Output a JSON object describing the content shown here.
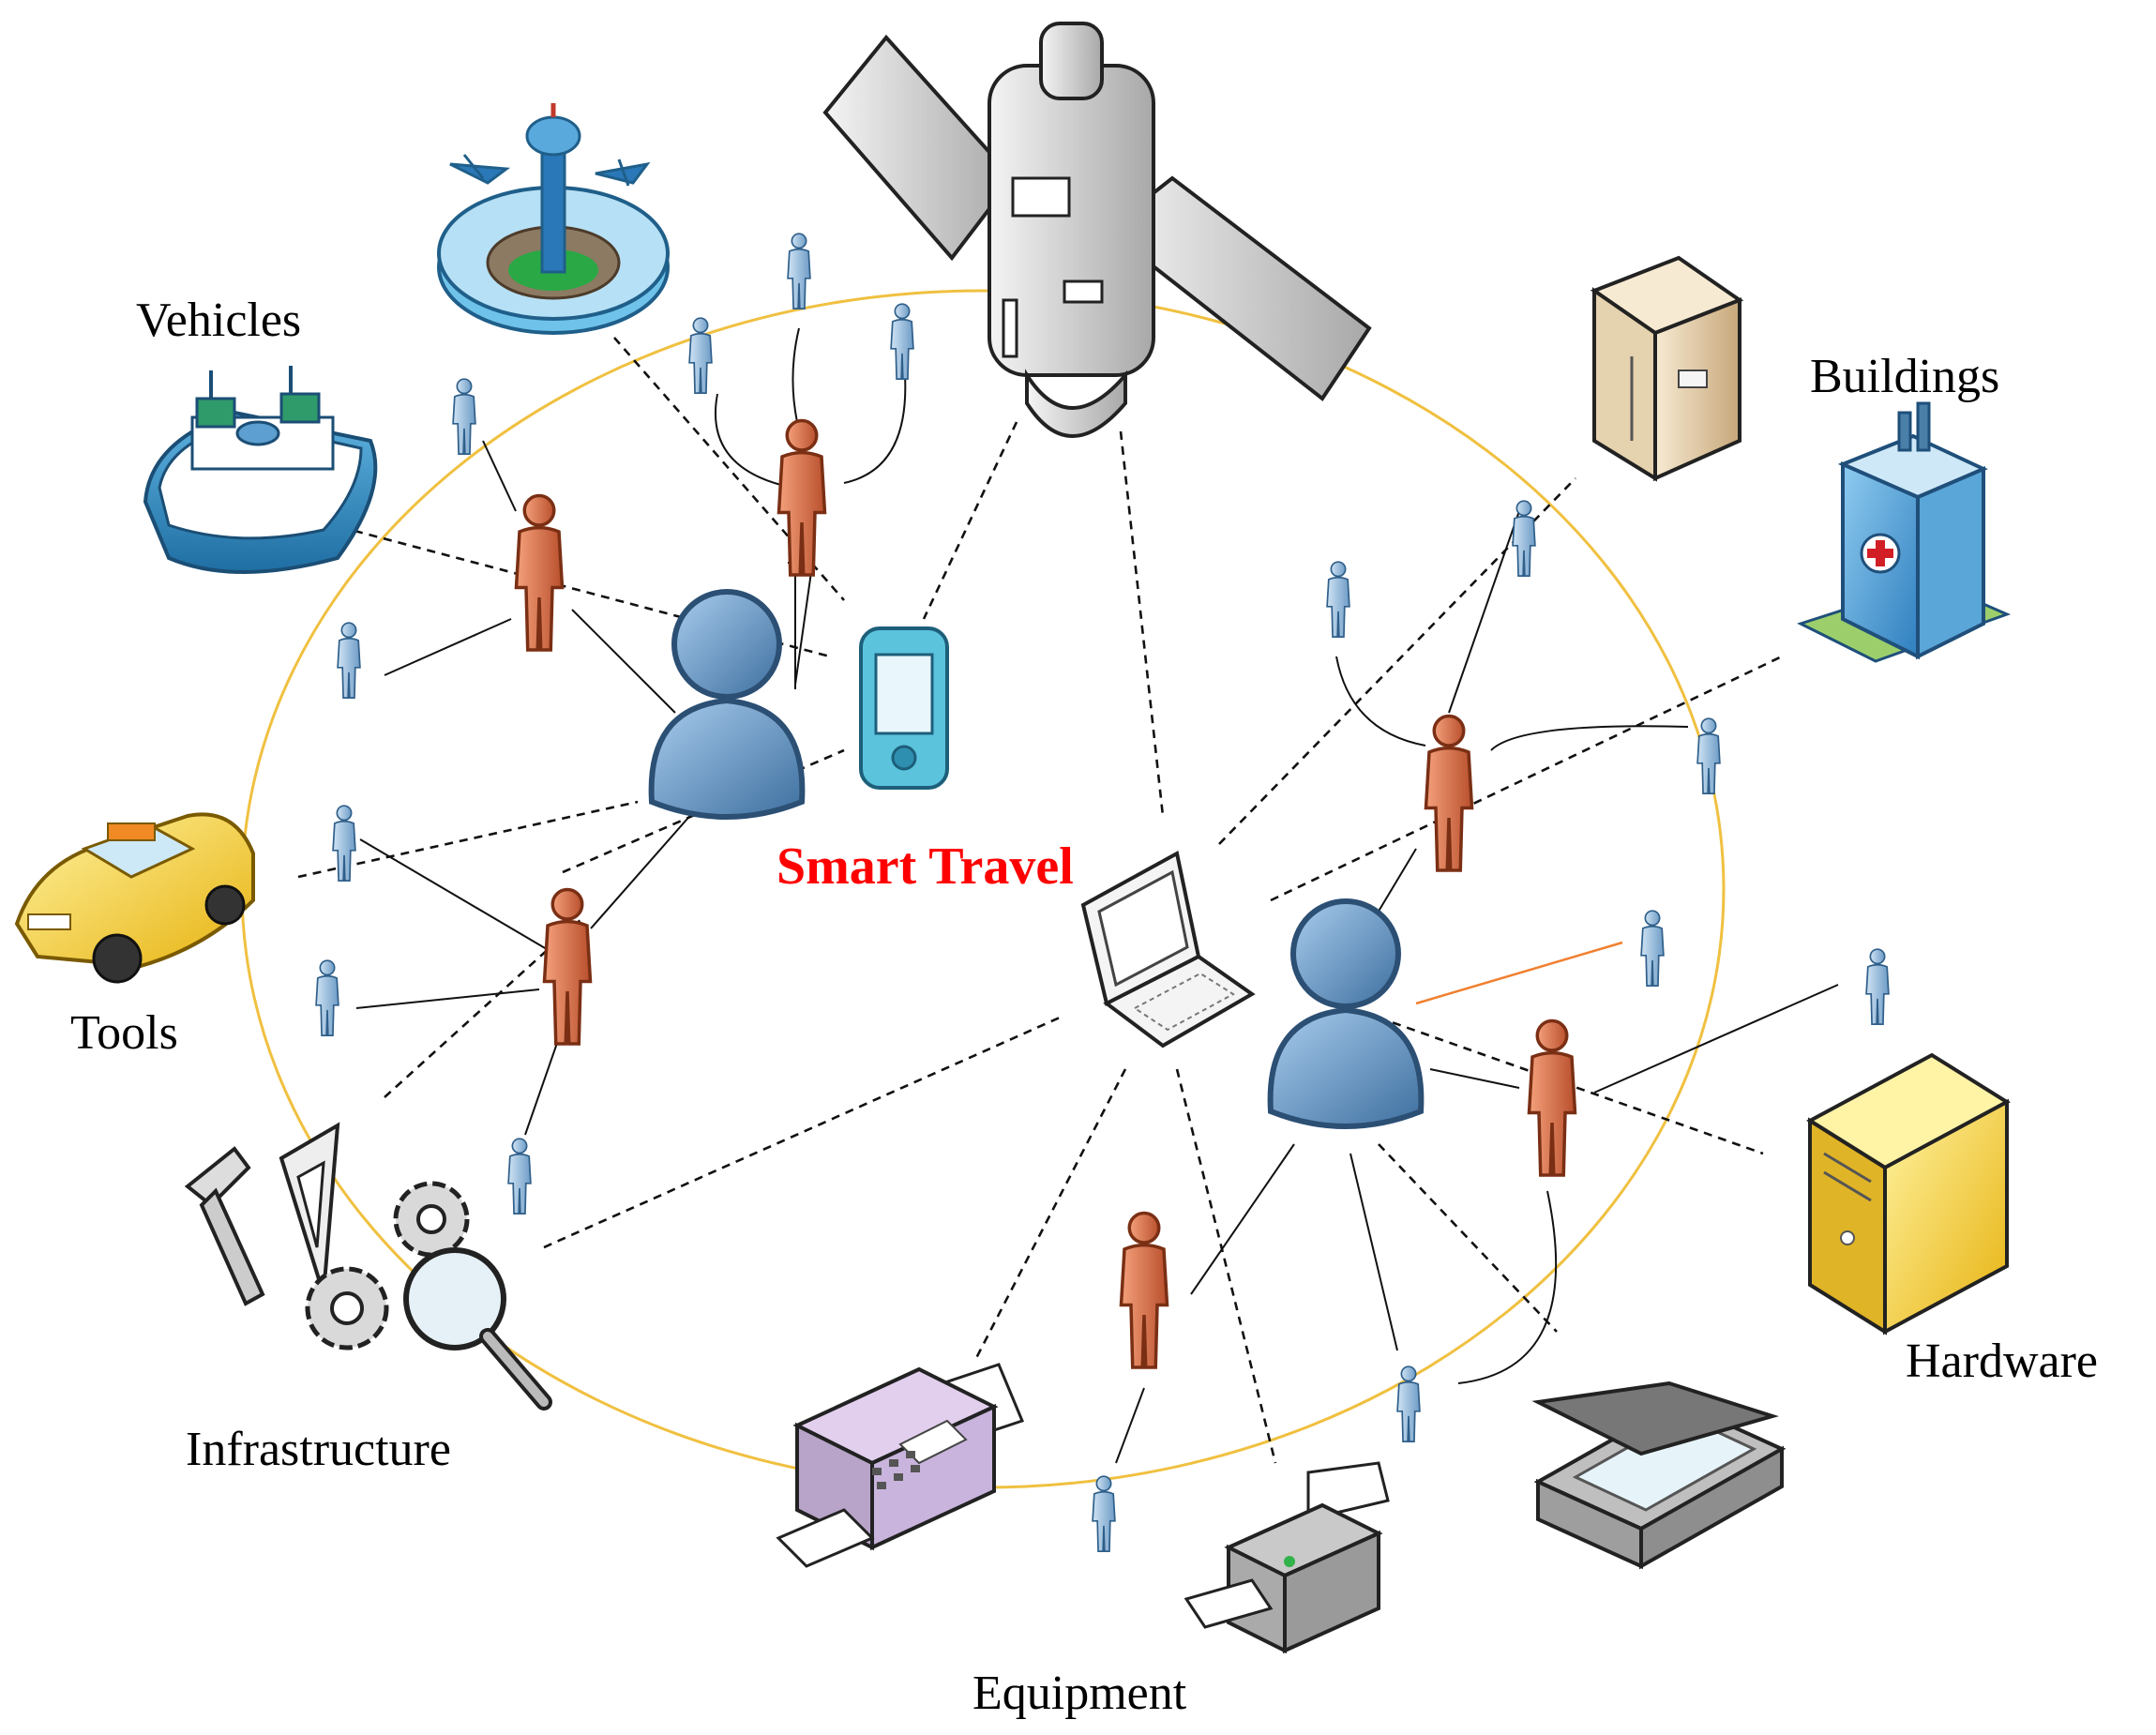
{
  "center": {
    "label": "Smart Travel",
    "color": "#ff0000"
  },
  "categories": {
    "vehicles": "Vehicles",
    "buildings": "Buildings",
    "tools": "Tools",
    "infrastructure": "Infrastructure",
    "hardware": "Hardware",
    "equipment": "Equipment"
  },
  "icons": [
    "airport-tower-icon",
    "satellite-icon",
    "ferry-ship-icon",
    "taxi-car-icon",
    "tools-gears-icon",
    "cabinet-server-icon",
    "hospital-building-icon",
    "tower-server-icon",
    "scanner-icon",
    "printer-icon",
    "fax-machine-icon",
    "pda-device-icon",
    "laptop-icon",
    "user-icon",
    "person-icon"
  ],
  "colors": {
    "ring": "#f0c040",
    "user": "#6a9ccc",
    "person_orange": "#e07a4e",
    "person_blue": "#8fbbdf",
    "hub_link": "#f08030"
  }
}
